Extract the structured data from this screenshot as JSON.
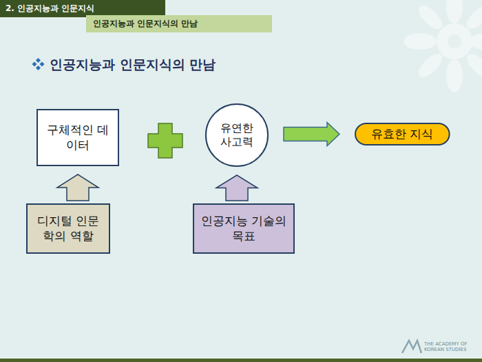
{
  "diagram": {
    "title": "인공지능과 인문지식의 만남",
    "nodes": [
      {
        "text": [
          "2. 인공지능과 인문지식"
        ]
      },
      {
        "text": [
          "인공지능과 인문지식의 만남"
        ]
      },
      {
        "text": [
          "구체적인 데이터"
        ]
      },
      {
        "text": [
          "유연한 사고력"
        ]
      },
      {
        "text": [
          "유효한 지식"
        ]
      },
      {
        "text": [
          "디지털 인문학의 역할"
        ]
      },
      {
        "text": [
          "인공지능 기술의 목표"
        ]
      }
    ],
    "edges": [
      {
        "from": 3,
        "to": 4,
        "arrow": "to"
      },
      {
        "from": 5,
        "to": 2,
        "arrow": "to"
      },
      {
        "from": 6,
        "to": 3,
        "arrow": "to"
      }
    ],
    "labels": [
      "THE ACADEMY OF KOREAN STUDIES"
    ]
  }
}
